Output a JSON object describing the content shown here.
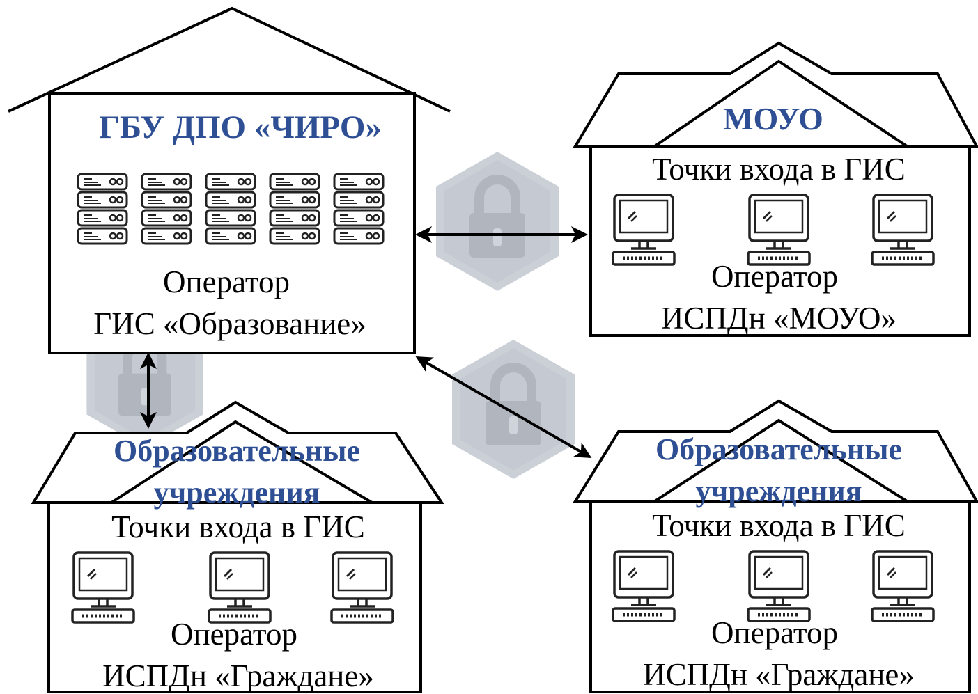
{
  "main_building": {
    "title": "ГБУ ДПО «ЧИРО»",
    "role_line1": "Оператор",
    "role_line2": "ГИС «Образование»",
    "server_icon": "server-rack-icon",
    "server_count": 5
  },
  "moyo_building": {
    "title": "МОУО",
    "entry_points": "Точки входа в ГИС",
    "role_line1": "Оператор",
    "role_line2": "ИСПДн «МОУО»",
    "computer_icon": "desktop-computer-icon",
    "computer_count": 3
  },
  "edu_building_left": {
    "title_line1": "Образовательные",
    "title_line2": "учреждения",
    "entry_points": "Точки входа в ГИС",
    "role_line1": "Оператор",
    "role_line2": "ИСПДн «Граждане»",
    "computer_icon": "desktop-computer-icon",
    "computer_count": 3
  },
  "edu_building_right": {
    "title_line1": "Образовательные",
    "title_line2": "учреждения",
    "entry_points": "Точки входа в ГИС",
    "role_line1": "Оператор",
    "role_line2": "ИСПДн «Граждане»",
    "computer_icon": "desktop-computer-icon",
    "computer_count": 3
  },
  "connections": [
    {
      "from": "ГБУ ДПО «ЧИРО»",
      "to": "МОУО",
      "icon": "padlock-hexagon-icon",
      "direction": "bidirectional"
    },
    {
      "from": "ГБУ ДПО «ЧИРО»",
      "to": "Образовательные учреждения (left)",
      "icon": "padlock-hexagon-icon",
      "direction": "bidirectional"
    },
    {
      "from": "ГБУ ДПО «ЧИРО»",
      "to": "Образовательные учреждения (right)",
      "icon": "padlock-hexagon-icon",
      "direction": "bidirectional"
    }
  ],
  "colors": {
    "title_blue": "#2e4f94",
    "outline": "#000000",
    "lock_gray": "#b4bac5"
  }
}
